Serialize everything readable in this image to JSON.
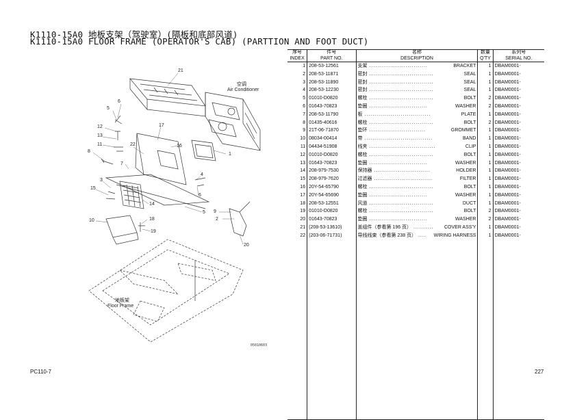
{
  "page": {
    "title_cn": "K1110-15A0 地板支架（驾驶室）(隔板和底部风道)",
    "title_en": "K1110-15A0 FLOOR FRAME (OPERATOR'S CAB) (PARTTION AND FOOT DUCT)",
    "model": "PC110-7",
    "page_number": "227",
    "illustration_code": "05010603"
  },
  "diagram": {
    "air_conditioner_cn": "空调",
    "air_conditioner_en": "Air Conditioner",
    "floor_frame_cn": "地板架",
    "floor_frame_en": "Floor Frame",
    "callouts": [
      "21",
      "5",
      "6",
      "12",
      "13",
      "11",
      "8",
      "7",
      "17",
      "16",
      "1",
      "3",
      "15",
      "14",
      "4",
      "6",
      "5",
      "2",
      "9",
      "10",
      "18",
      "19",
      "20",
      "22"
    ]
  },
  "table": {
    "headers_cn": [
      "序号",
      "件号",
      "名称",
      "数量",
      "系列号"
    ],
    "headers_en": [
      "INDEX",
      "PART NO.",
      "DESCRIPTION",
      "Q'TY",
      "SERIAL NO."
    ],
    "rows": [
      {
        "index": "1",
        "part": "208-53-12561",
        "cn": "支架",
        "en": "BRACKET",
        "qty": "1",
        "serial": "DBAM0001-"
      },
      {
        "index": "2",
        "part": "208-53-11871",
        "cn": "密封",
        "en": "SEAL",
        "qty": "1",
        "serial": "DBAM0001-"
      },
      {
        "index": "3",
        "part": "208-53-11890",
        "cn": "密封",
        "en": "SEAL",
        "qty": "1",
        "serial": "DBAM0001-"
      },
      {
        "index": "4",
        "part": "208-53-12230",
        "cn": "密封",
        "en": "SEAL",
        "qty": "1",
        "serial": "DBAM0001-"
      },
      {
        "index": "5",
        "part": "01010-D0820",
        "cn": "螺栓",
        "en": "BOLT",
        "qty": "2",
        "serial": "DBAM0001-"
      },
      {
        "index": "6",
        "part": "01643-70823",
        "cn": "垫圈",
        "en": "WASHER",
        "qty": "2",
        "serial": "DBAM0001-"
      },
      {
        "index": "7",
        "part": "208-53-11790",
        "cn": "板",
        "en": "PLATE",
        "qty": "1",
        "serial": "DBAM0001-"
      },
      {
        "index": "8",
        "part": "01435-40616",
        "cn": "螺栓",
        "en": "BOLT",
        "qty": "2",
        "serial": "DBAM0001-"
      },
      {
        "index": "9",
        "part": "21T-06-71870",
        "cn": "垫环",
        "en": "GROMMET",
        "qty": "1",
        "serial": "DBAM0001-"
      },
      {
        "index": "10",
        "part": "08034-00414",
        "cn": "带",
        "en": "BAND",
        "qty": "1",
        "serial": "DBAM0001-"
      },
      {
        "index": "11",
        "part": "04434-51908",
        "cn": "线夹",
        "en": "CLIP",
        "qty": "1",
        "serial": "DBAM0001-"
      },
      {
        "index": "12",
        "part": "01010-D0820",
        "cn": "螺栓",
        "en": "BOLT",
        "qty": "1",
        "serial": "DBAM0001-"
      },
      {
        "index": "13",
        "part": "01643-70823",
        "cn": "垫圈",
        "en": "WASHER",
        "qty": "1",
        "serial": "DBAM0001-"
      },
      {
        "index": "14",
        "part": "208-979-7530",
        "cn": "保持器",
        "en": "HOLDER",
        "qty": "1",
        "serial": "DBAM0001-"
      },
      {
        "index": "15",
        "part": "208-979-7620",
        "cn": "过滤器",
        "en": "FILTER",
        "qty": "1",
        "serial": "DBAM0001-"
      },
      {
        "index": "16",
        "part": "20Y-54-65790",
        "cn": "螺栓",
        "en": "BOLT",
        "qty": "1",
        "serial": "DBAM0001-"
      },
      {
        "index": "17",
        "part": "20Y-54-65690",
        "cn": "垫圈",
        "en": "WASHER",
        "qty": "1",
        "serial": "DBAM0001-"
      },
      {
        "index": "18",
        "part": "208-53-12551",
        "cn": "风道",
        "en": "DUCT",
        "qty": "1",
        "serial": "DBAM0001-"
      },
      {
        "index": "19",
        "part": "01010-D0820",
        "cn": "螺栓",
        "en": "BOLT",
        "qty": "2",
        "serial": "DBAM0001-"
      },
      {
        "index": "20",
        "part": "01643-70823",
        "cn": "垫圈",
        "en": "WASHER",
        "qty": "2",
        "serial": "DBAM0001-"
      },
      {
        "index": "21",
        "part": "(208-53-13610)",
        "cn": "盖组件（参看第 196 页）",
        "en": "COVER ASS'Y",
        "qty": "1",
        "serial": "DBAM0001-"
      },
      {
        "index": "22",
        "part": "(203-06-71731)",
        "cn": "导线线束（参看第 238 页）",
        "en": "WIRING HARNESS",
        "qty": "1",
        "serial": "DBAM0001-"
      }
    ]
  }
}
